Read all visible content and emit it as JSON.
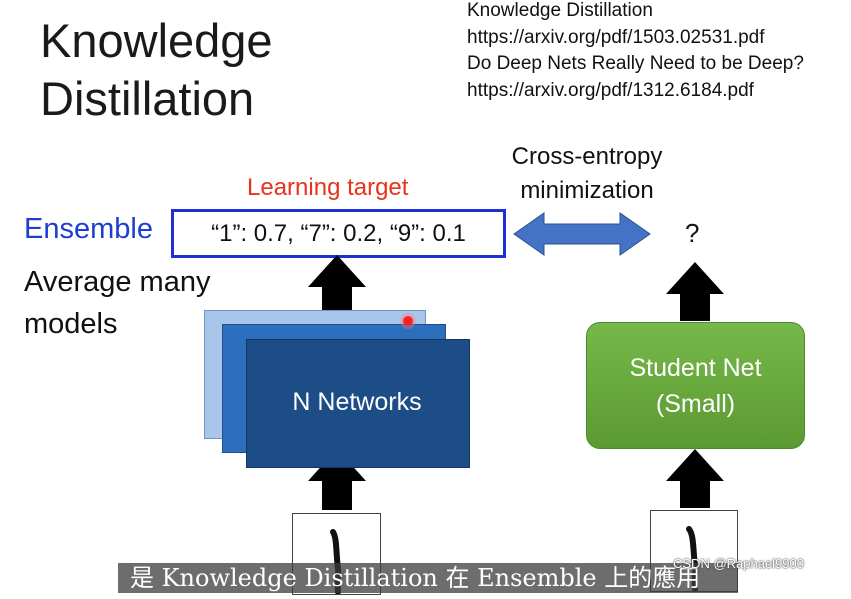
{
  "title": {
    "line1": "Knowledge",
    "line2": "Distillation"
  },
  "references": [
    "Knowledge Distillation",
    "https://arxiv.org/pdf/1503.02531.pdf",
    "Do Deep Nets Really Need to be Deep?",
    "https://arxiv.org/pdf/1312.6184.pdf"
  ],
  "ensemble": {
    "label": "Ensemble",
    "learning_target": "Learning target",
    "probabilities": "“1”: 0.7, “7”: 0.2, “9”: 0.1",
    "description_line1": "Average many",
    "description_line2": "models",
    "networks_label": "N Networks"
  },
  "loss": {
    "line1": "Cross-entropy",
    "line2": "minimization"
  },
  "student": {
    "output": "?",
    "line1": "Student Net",
    "line2": "(Small)"
  },
  "subtitle": "是 Knowledge Distillation 在 Ensemble 上的應用",
  "watermark": "CSDN @Raphael9900",
  "colors": {
    "ensemble_blue": "#1c3fd1",
    "learning_target_red": "#e8321c",
    "network_dark_blue": "#1d4d87",
    "student_green": "#6aaa3e",
    "double_arrow_blue": "#4472c4"
  }
}
